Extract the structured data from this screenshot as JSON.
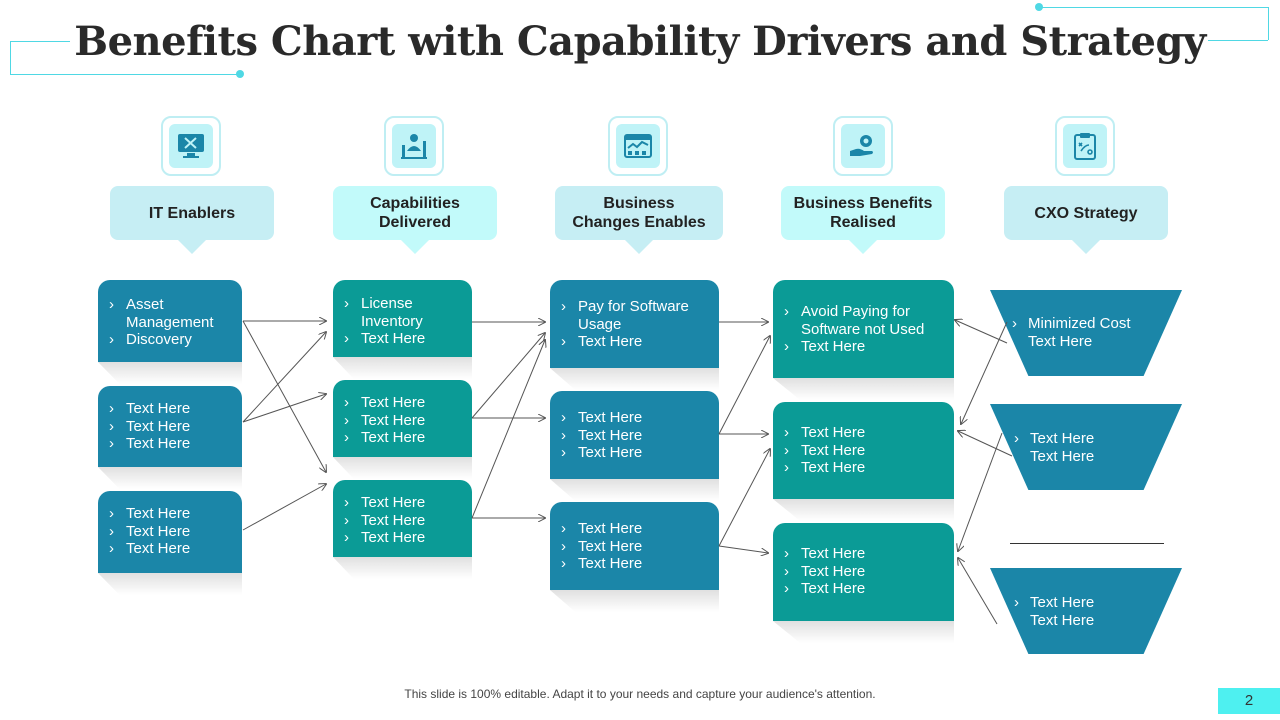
{
  "title": "Benefits Chart with Capability Drivers and Strategy",
  "columns": [
    {
      "header": "IT Enablers",
      "icon": "monitor-tools-icon"
    },
    {
      "header": "Capabilities Delivered",
      "icon": "worker-chart-icon"
    },
    {
      "header": "Business Changes Enables",
      "icon": "dashboard-window-icon"
    },
    {
      "header": "Business Benefits Realised",
      "icon": "hand-gear-icon"
    },
    {
      "header": "CXO Strategy",
      "icon": "clipboard-strategy-icon"
    }
  ],
  "it_enablers": [
    {
      "items": [
        "Asset Management",
        "Discovery"
      ]
    },
    {
      "items": [
        "Text Here",
        "Text Here",
        "Text Here"
      ]
    },
    {
      "items": [
        "Text Here",
        "Text Here",
        "Text Here"
      ]
    }
  ],
  "capabilities": [
    {
      "items": [
        "License Inventory",
        "Text Here"
      ]
    },
    {
      "items": [
        "Text Here",
        "Text Here",
        "Text Here"
      ]
    },
    {
      "items": [
        "Text Here",
        "Text Here",
        "Text Here"
      ]
    }
  ],
  "business_changes": [
    {
      "items": [
        "Pay for Software Usage",
        "Text Here"
      ]
    },
    {
      "items": [
        "Text Here",
        "Text Here",
        "Text Here"
      ]
    },
    {
      "items": [
        "Text Here",
        "Text Here",
        "Text Here"
      ]
    }
  ],
  "business_benefits": [
    {
      "items": [
        "Avoid Paying for Software not Used",
        "Text Here"
      ]
    },
    {
      "items": [
        "Text Here",
        "Text Here",
        "Text Here"
      ]
    },
    {
      "items": [
        "Text Here",
        "Text Here",
        "Text Here"
      ]
    }
  ],
  "cxo_strategy": [
    {
      "lines": [
        "Minimized Cost",
        "Text Here"
      ]
    },
    {
      "lines": [
        "Text Here",
        "Text Here"
      ]
    },
    {
      "lines": [
        "Text Here",
        "Text Here"
      ]
    }
  ],
  "footer": "This slide is 100% editable. Adapt it to your needs and capture your audience's attention.",
  "page_number": "2",
  "colors": {
    "blue": "#1b86a8",
    "teal": "#0b9b96",
    "accent": "#4fd8e4"
  }
}
